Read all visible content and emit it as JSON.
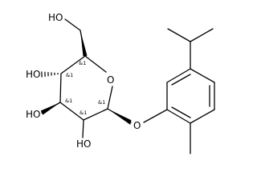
{
  "molecule": {
    "atoms": {
      "oh_ch2": "HO",
      "oh_c4": "HO",
      "oh_c3": "HO",
      "oh_c2": "HO",
      "ring_o": "O",
      "link_o": "O"
    },
    "stereo_labels": {
      "c5": "&1",
      "c4": "&1",
      "c3": "&1",
      "c2": "&1",
      "c1": "&1"
    }
  }
}
